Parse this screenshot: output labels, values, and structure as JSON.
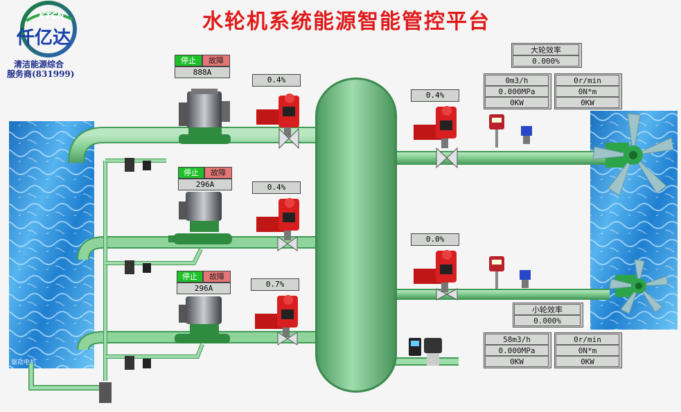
{
  "header": {
    "title": "水轮机系统能源智能管控平台"
  },
  "logo": {
    "brand": "KTCN",
    "name": "仟亿达",
    "line1": "清洁能源综合",
    "line2": "服务商(831999)"
  },
  "pumps": [
    {
      "stop": "停止",
      "fault": "故障",
      "current": "888A",
      "valve": "0.4%"
    },
    {
      "stop": "停止",
      "fault": "故障",
      "current": "296A",
      "valve": "0.4%"
    },
    {
      "stop": "停止",
      "fault": "故障",
      "current": "296A",
      "valve": "0.7%"
    }
  ],
  "outlet_valves": {
    "top": "0.4%",
    "bottom": "0.0%"
  },
  "big_turbine": {
    "efficiency_label": "大轮效率",
    "efficiency_value": "0.000%",
    "flow": "0m3/h",
    "pressure": "0.000MPa",
    "power_in": "0KW",
    "speed": "0r/min",
    "torque": "0N*m",
    "power_out": "0KW"
  },
  "small_turbine": {
    "efficiency_label": "小轮效率",
    "efficiency_value": "0.000%",
    "flow": "58m3/h",
    "pressure": "0.000MPa",
    "power_in": "0KW",
    "speed": "0r/min",
    "torque": "0N*m",
    "power_out": "0KW"
  },
  "colors": {
    "title": "#e01a1a",
    "pipe": "#8fd49a",
    "pipe_edge": "#3f9a55",
    "water": "#3a8fd6",
    "run": "#1fbf2a",
    "fault": "#e67676"
  },
  "icons": [
    "water-tank-icon",
    "pump-motor-icon",
    "valve-actuator-icon",
    "gate-valve-icon",
    "pressure-gauge-icon",
    "flow-meter-icon",
    "turbine-fan-icon",
    "separator-tank-icon"
  ]
}
